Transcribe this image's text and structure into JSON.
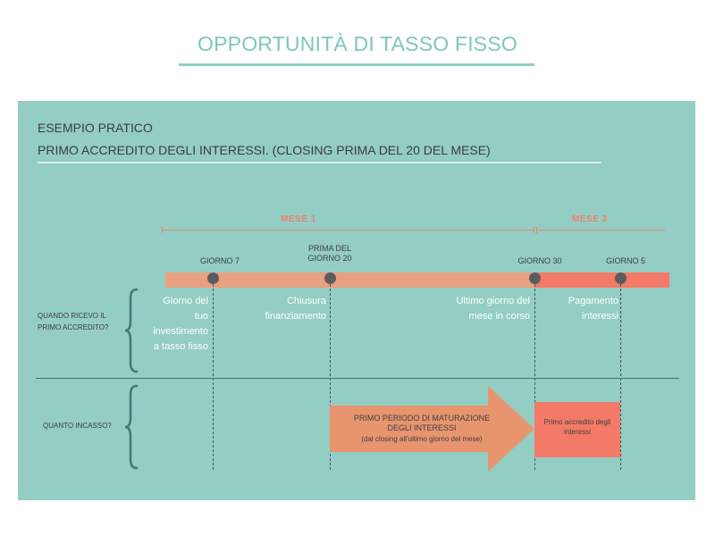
{
  "title": "OPPORTUNITÀ DI TASSO FISSO",
  "example_label": "ESEMPIO PRATICO",
  "subtitle": "PRIMO ACCREDITO DEGLI INTERESSI. (CLOSING PRIMA DEL 20 DEL MESE)",
  "months": [
    "MESE 1",
    "MESE 2"
  ],
  "days": [
    {
      "label": "GIORNO 7"
    },
    {
      "label": "PRIMA DEL GIORNO 20"
    },
    {
      "label": "GIORNO 30"
    },
    {
      "label": "GIORNO 5"
    }
  ],
  "events": [
    "Giorno del tuo investimento a tasso fisso",
    "Chiusura finanziamento",
    "Ultimo giorno del mese in corso",
    "Pagamento interessi"
  ],
  "row_labels": {
    "when": "QUANDO RICEVO IL PRIMO ACCREDITO?",
    "how_much": "QUANTO INCASSO?"
  },
  "maturation": {
    "title": "PRIMO PERIODO DI MATURAZIONE DEGLI INTERESSI",
    "detail": "(dal closing all'ultimo giorno del mese)"
  },
  "credit_box": "Primo accredito degli interessi",
  "colors": {
    "accent_teal": "#7dc7bd",
    "panel": "#93cdc4",
    "month1_bar": "#e9a07f",
    "month2_bar": "#f37a67",
    "arrow": "#e8956f",
    "dot": "#5a5d5c"
  }
}
